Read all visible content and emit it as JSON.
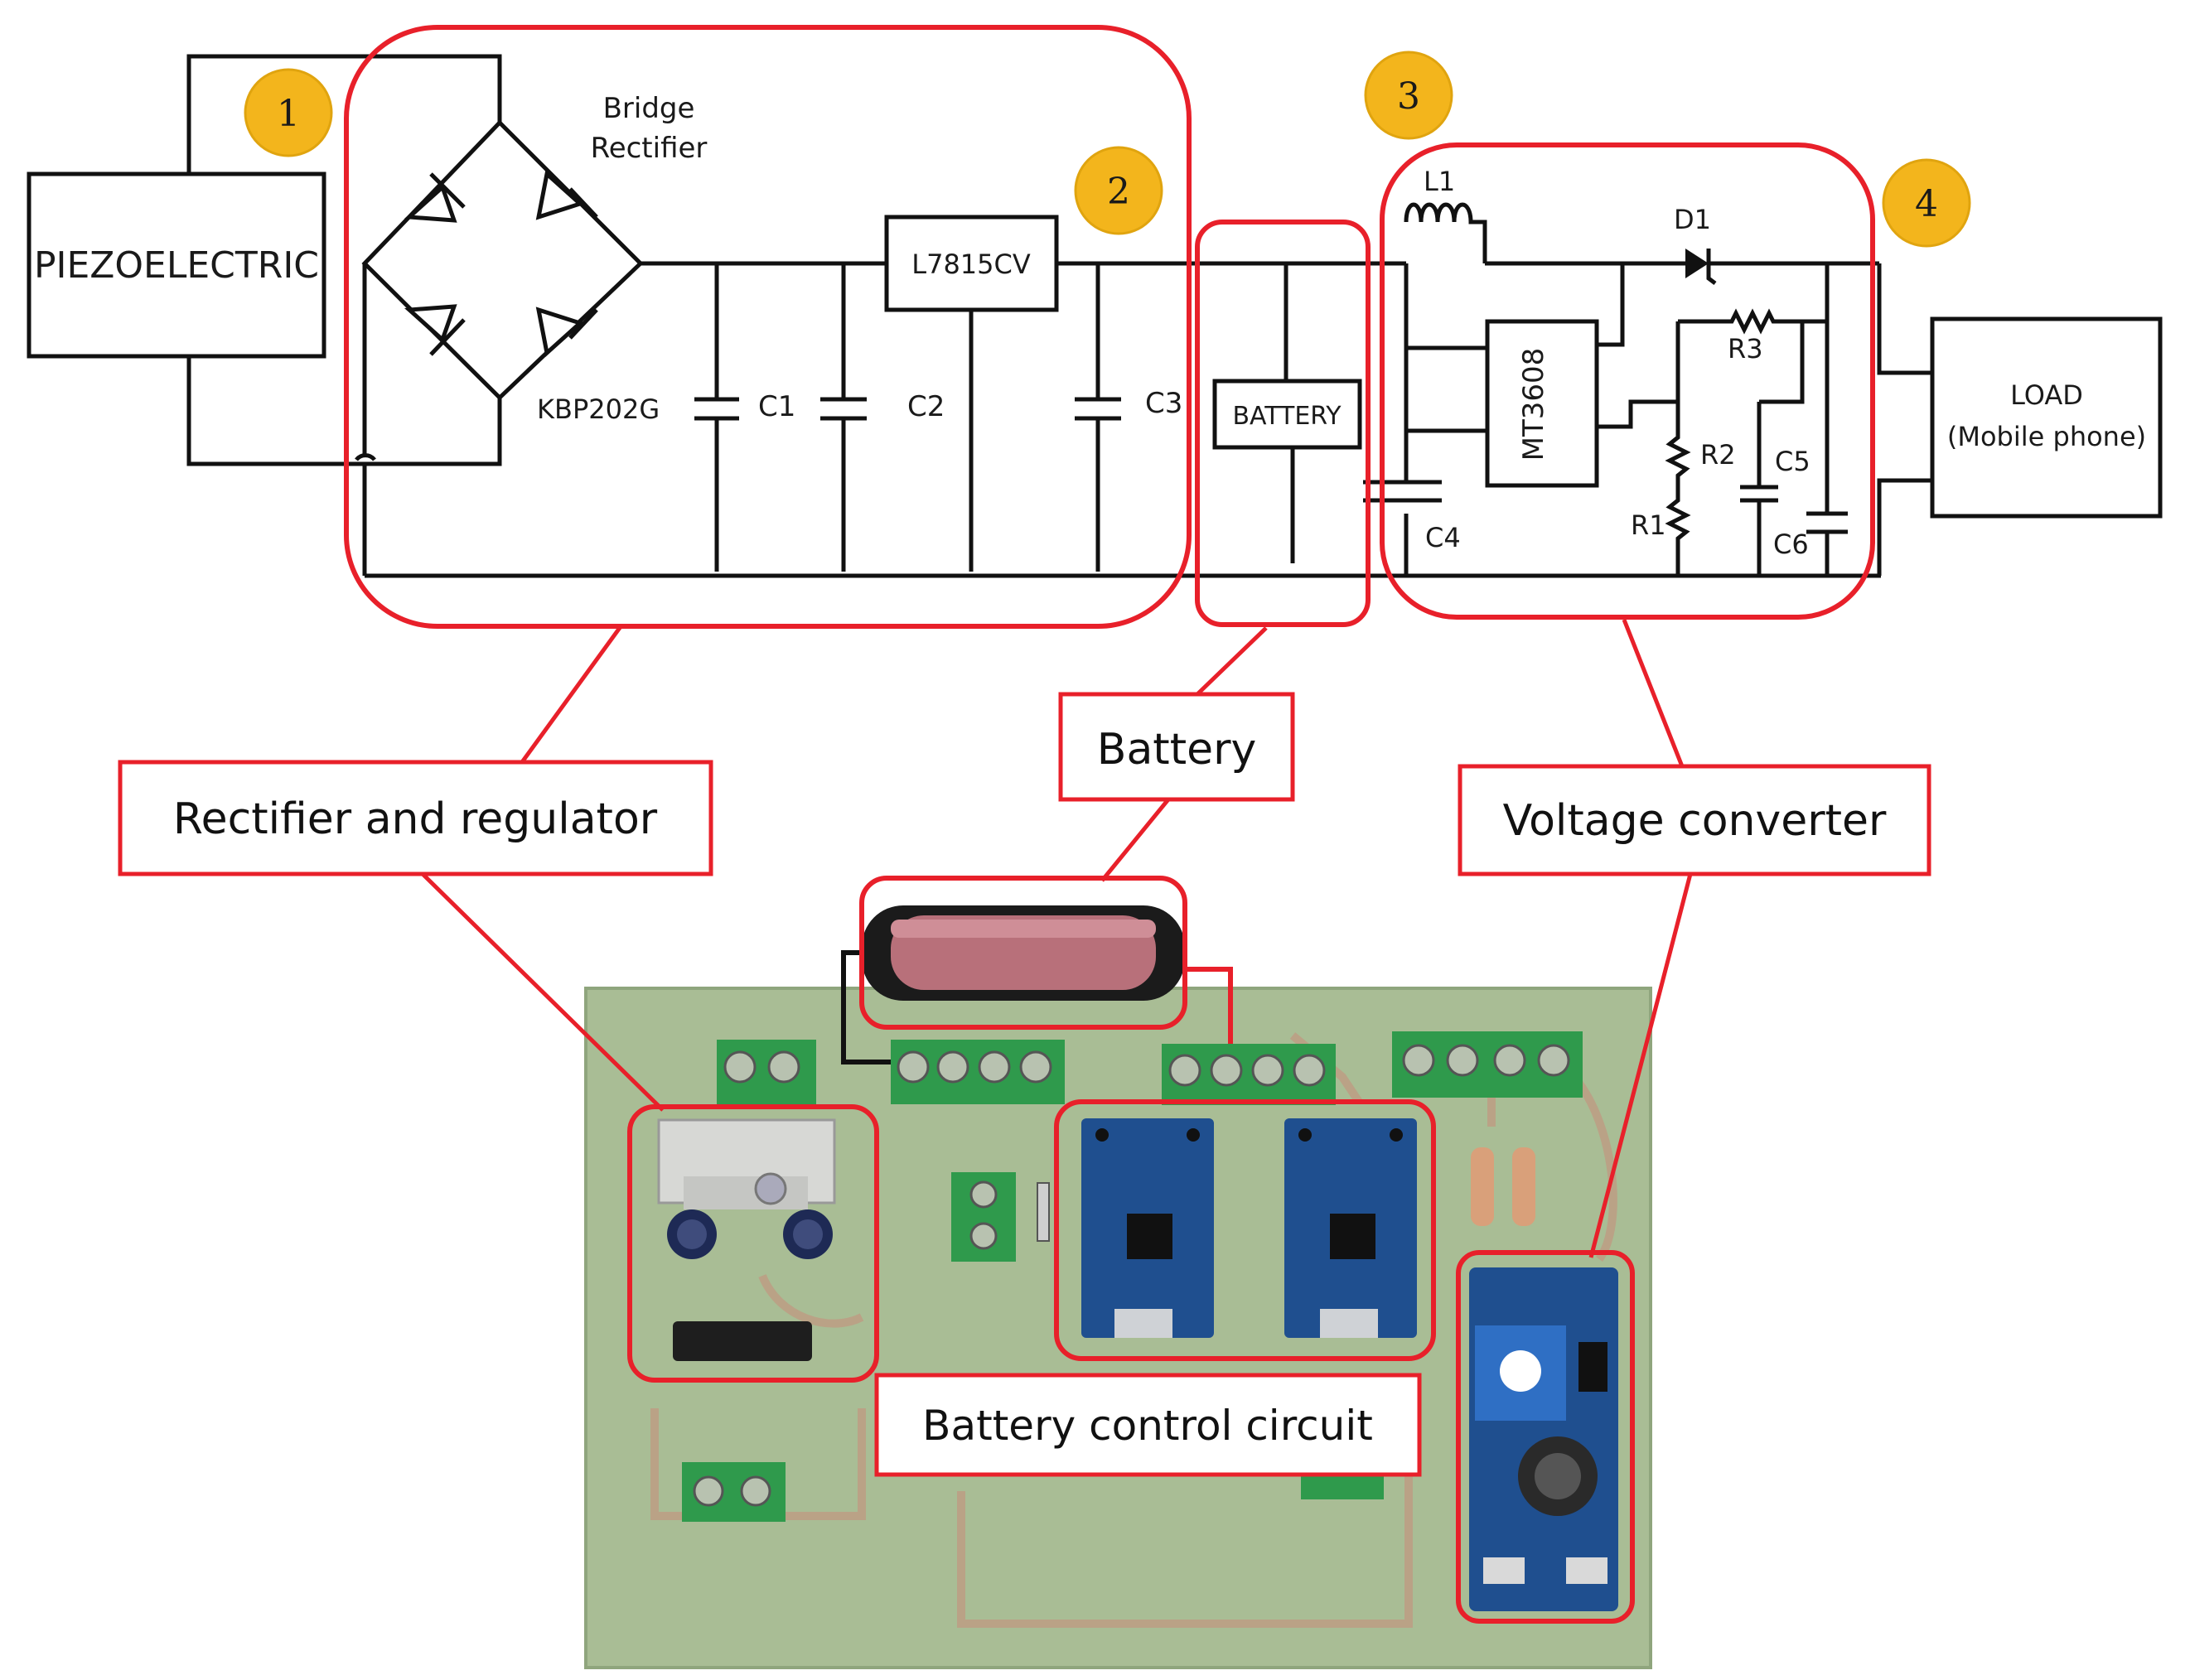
{
  "schematic": {
    "source_label": "PIEZOELECTRIC",
    "bridge_label_line1": "Bridge",
    "bridge_label_line2": "Rectifier",
    "bridge_part": "KBP202G",
    "regulator": "L7815CV",
    "battery_block": "BATTERY",
    "converter_ic": "MT3608",
    "load_line1": "LOAD",
    "load_line2": "(Mobile phone)",
    "components": {
      "c1": "C1",
      "c2": "C2",
      "c3": "C3",
      "c4": "C4",
      "c5": "C5",
      "c6": "C6",
      "l1": "L1",
      "d1": "D1",
      "r1": "R1",
      "r2": "R2",
      "r3": "R3"
    },
    "section_numbers": [
      "1",
      "2",
      "3",
      "4"
    ]
  },
  "callouts": {
    "rectifier": "Rectifier and regulator",
    "battery": "Battery",
    "converter": "Voltage converter",
    "battery_control": "Battery control circuit"
  },
  "colors": {
    "highlight": "#e8202a",
    "badge": "#f3b51c",
    "pcb": "#a9bd95",
    "terminal": "#2f9a4c",
    "module": "#1f4f8f"
  }
}
